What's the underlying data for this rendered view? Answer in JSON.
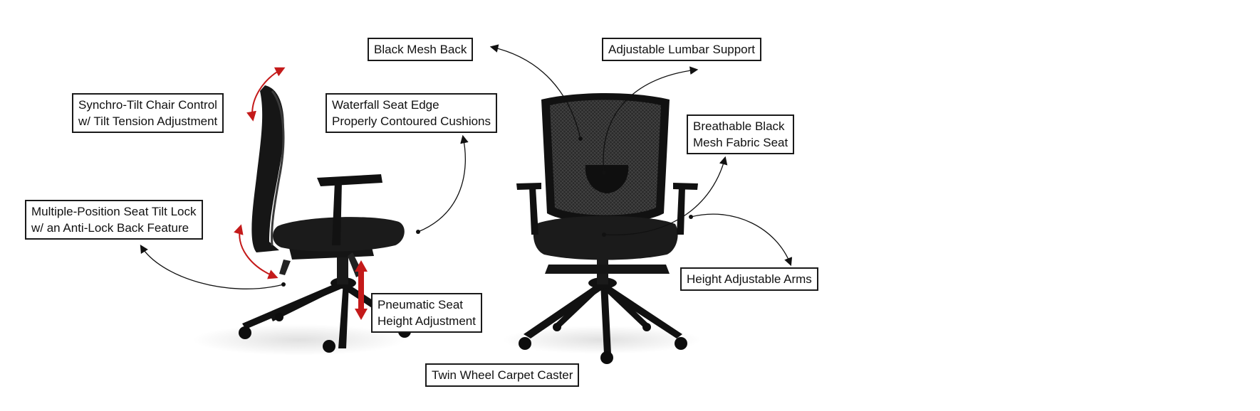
{
  "colors": {
    "chair": "#141414",
    "seat": "#1b1b1b",
    "caster": "#0d0d0d",
    "arrow": "#111111",
    "accent_red": "#c41a1a",
    "label_border": "#1a1a1a",
    "background": "#ffffff"
  },
  "labels": {
    "black_mesh_back": "Black Mesh Back",
    "adjustable_lumbar_support": "Adjustable Lumbar Support",
    "synchro_tilt_line1": "Synchro-Tilt Chair Control",
    "synchro_tilt_line2": "w/ Tilt Tension Adjustment",
    "waterfall_line1": "Waterfall Seat Edge",
    "waterfall_line2": "Properly Contoured Cushions",
    "breathable_line1": "Breathable Black",
    "breathable_line2": "Mesh Fabric Seat",
    "seat_tilt_lock_line1": "Multiple-Position Seat Tilt Lock",
    "seat_tilt_lock_line2": "w/ an Anti-Lock Back Feature",
    "height_adjustable_arms": "Height Adjustable Arms",
    "pneumatic_line1": "Pneumatic Seat",
    "pneumatic_line2": "Height Adjustment",
    "twin_wheel_caster": "Twin Wheel Carpet Caster"
  },
  "illustrations": {
    "side_view": "office-chair-side-view",
    "front_view": "office-chair-front-view"
  }
}
